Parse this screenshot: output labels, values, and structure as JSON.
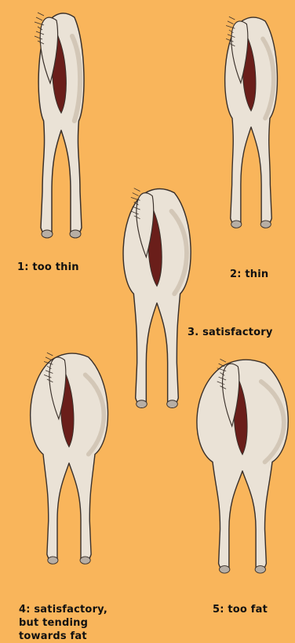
{
  "colors": {
    "background": "#f9b55b",
    "hide": "#eae2d6",
    "hide_shadow": "#c9bca9",
    "outline": "#3a302a",
    "perineum": "#6a1e1a",
    "hoof": "#b7aea4"
  },
  "figures": [
    {
      "id": "1",
      "label": "1: too thin",
      "condition": "too-thin"
    },
    {
      "id": "2",
      "label": "2: thin",
      "condition": "thin"
    },
    {
      "id": "3",
      "label": "3. satisfactory",
      "condition": "satisfactory"
    },
    {
      "id": "4",
      "label": [
        "4: satisfactory,",
        "but tending",
        "towards fat"
      ],
      "condition": "tending-fat"
    },
    {
      "id": "5",
      "label": "5: too fat",
      "condition": "too-fat"
    }
  ]
}
